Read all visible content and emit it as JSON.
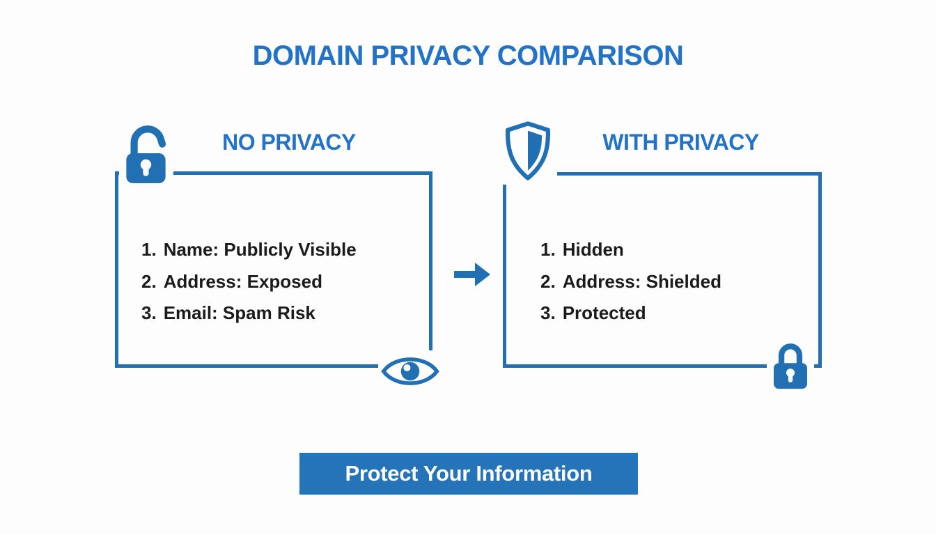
{
  "title": "DOMAIN PRIVACY COMPARISON",
  "panels": {
    "left": {
      "heading": "NO PRIVACY",
      "header_icon": "unlock-icon",
      "corner_icon": "eye-icon",
      "items": [
        {
          "num": "1.",
          "text": "Name: Publicly Visible"
        },
        {
          "num": "2.",
          "text": "Address: Exposed"
        },
        {
          "num": "3.",
          "text": "Email: Spam Risk"
        }
      ]
    },
    "right": {
      "heading": "WITH PRIVACY",
      "header_icon": "shield-icon",
      "corner_icon": "lock-icon",
      "items": [
        {
          "num": "1.",
          "text": "Hidden"
        },
        {
          "num": "2.",
          "text": "Address: Shielded"
        },
        {
          "num": "3.",
          "text": "Protected"
        }
      ]
    }
  },
  "arrow": {
    "icon": "arrow-right-icon",
    "direction": "right"
  },
  "cta": {
    "label": "Protect Your Information"
  },
  "colors": {
    "accent_blue": "#2270b4",
    "heading_blue": "#2273c8",
    "text_dark": "#1b1b1b",
    "cta_background": "#2573b8",
    "cta_text": "#ffffff",
    "background": "#fdfdfd"
  }
}
